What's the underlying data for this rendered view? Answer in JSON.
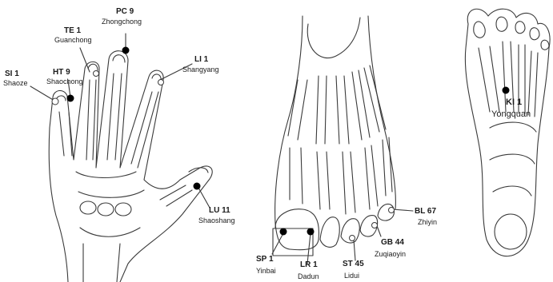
{
  "hand": {
    "points": [
      {
        "code": "SI 1",
        "name": "Shaoze"
      },
      {
        "code": "HT 9",
        "name": "Shaochong"
      },
      {
        "code": "TE 1",
        "name": "Guanchong"
      },
      {
        "code": "PC 9",
        "name": "Zhongchong"
      },
      {
        "code": "LI 1",
        "name": "Shangyang"
      },
      {
        "code": "LU 11",
        "name": "Shaoshang"
      }
    ]
  },
  "foot_top": {
    "points": [
      {
        "code": "BL 67",
        "name": "Zhiyin"
      },
      {
        "code": "GB 44",
        "name": "Zuqiaoyin"
      },
      {
        "code": "ST 45",
        "name": "Lidui"
      },
      {
        "code": "LR 1",
        "name": "Dadun"
      },
      {
        "code": "SP 1",
        "name": "Yinbai"
      }
    ]
  },
  "foot_sole": {
    "points": [
      {
        "code": "KI 1",
        "name": "Yongquan"
      }
    ]
  },
  "colors": {
    "line": "#3a3a3a",
    "point": "#000000",
    "background": "#ffffff"
  }
}
